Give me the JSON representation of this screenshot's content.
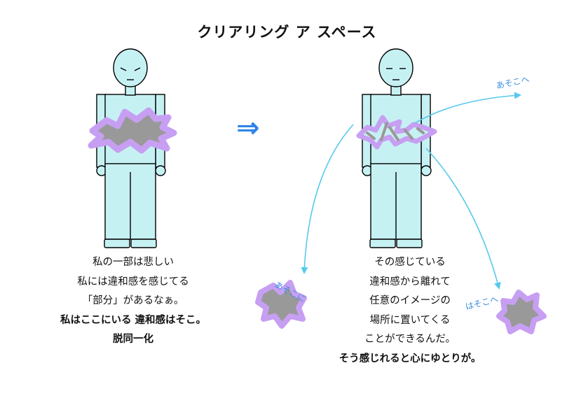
{
  "title": "クリアリング ア スペース",
  "arrow_symbol": "⇒",
  "left_caption": [
    "私の一部は悲しい",
    "私には違和感を感じてる",
    "「部分」があるなぁ。"
  ],
  "left_caption_bold": [
    "私はここにいる 違和感はそこ。",
    "脱同一化"
  ],
  "right_caption": [
    "その感じている",
    "違和感から離れて",
    "任意のイメージの",
    "場所に置いてくる",
    "ことができるんだ。"
  ],
  "right_caption_bold": [
    "そう感じれると心にゆとりが。"
  ],
  "labels": {
    "asokohe_top": "あそこへ",
    "asokoni_left": "あそこに",
    "hasokohe_right": "はそこへ"
  },
  "colors": {
    "figure_fill": "#c6f1f3",
    "figure_stroke": "#000000",
    "blob_gray": "#999999",
    "blob_halo": "#c79ff2",
    "arrow_blue": "#56c8ef",
    "accent_blue": "#2f84e8",
    "label_blue": "#3a8fe0"
  }
}
